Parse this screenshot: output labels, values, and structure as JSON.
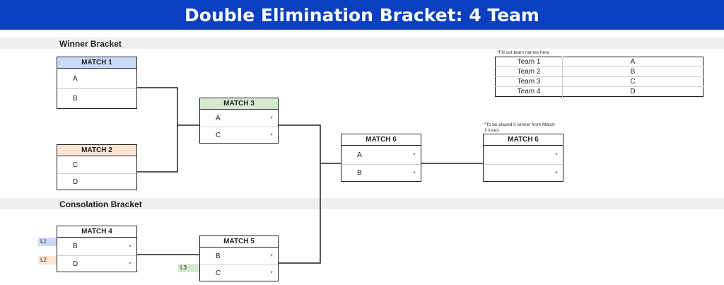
{
  "title": "Double Elimination Bracket: 4 Team",
  "sections": {
    "winner": "Winner Bracket",
    "consolation": "Consolation Bracket"
  },
  "colors": {
    "banner": "#0a3fbf",
    "match1_header": "#c9d9f7",
    "match2_header": "#fce4d2",
    "match3_header": "#d6ead2",
    "tag_l1": "#c9d9f7",
    "tag_l2": "#fce4d2",
    "tag_l3": "#d6ead2"
  },
  "notes": {
    "teams": "*Fill out team names here",
    "final": "*To be played if winner from Match 3 loses"
  },
  "teams": [
    {
      "label": "Team 1",
      "name": "A"
    },
    {
      "label": "Team 2",
      "name": "B"
    },
    {
      "label": "Team 3",
      "name": "C"
    },
    {
      "label": "Team 4",
      "name": "D"
    }
  ],
  "matches": {
    "m1": {
      "title": "MATCH 1",
      "top": "A",
      "bottom": "B"
    },
    "m2": {
      "title": "MATCH 2",
      "top": "C",
      "bottom": "D"
    },
    "m3": {
      "title": "MATCH 3",
      "top": "A",
      "bottom": "C"
    },
    "m6a": {
      "title": "MATCH 6",
      "top": "A",
      "bottom": "B"
    },
    "m6b": {
      "title": "MATCH 6",
      "top": "",
      "bottom": ""
    },
    "m4": {
      "title": "MATCH 4",
      "top": "B",
      "bottom": "D"
    },
    "m5": {
      "title": "MATCH 5",
      "top": "B",
      "bottom": "C"
    }
  },
  "tags": {
    "l1": "L1",
    "l2": "L2",
    "l3": "L3"
  },
  "icons": {
    "dropdown": "chevron-down-icon"
  }
}
